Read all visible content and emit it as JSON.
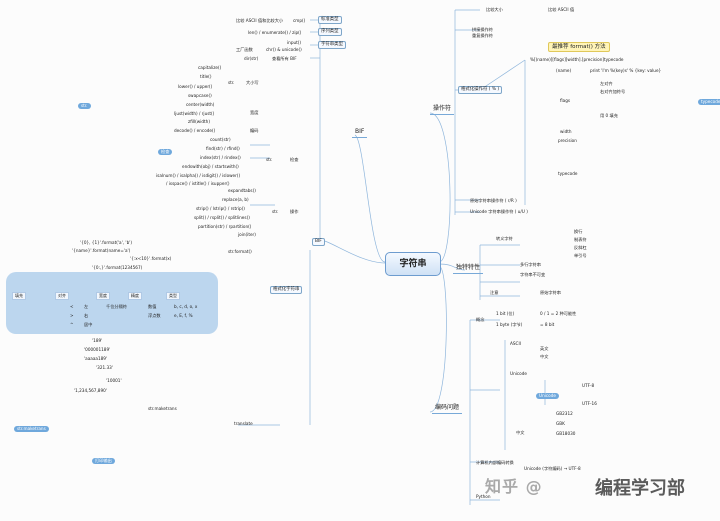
{
  "center": "字符串",
  "main_branches": {
    "operators": "操作符",
    "features": "独特特性",
    "encoding": "编码问题",
    "builtin": "BIF"
  },
  "left_labels": {
    "cmp": "cmp()",
    "len": "len() / enumerate() / zip()",
    "input": "input()",
    "chr": "chr() & unicode()",
    "dir": "dir(str)",
    "builtins_note": "比较 ASCII 值和比较大小",
    "std_type": "标准类型",
    "seq_type": "序列类型",
    "str_type": "字符串类型",
    "factory": "工厂函数",
    "dir_note": "查看所有 BIF",
    "capitalize": "capitalize()",
    "title": "title()",
    "lower": "lower() / upper()",
    "swapcase": "swapcase()",
    "center": "center(width)",
    "ljust": "ljust(width) / rjust()",
    "zfill": "zfill(width)",
    "decode": "decode() / encode()",
    "count": "count(str)",
    "find": "find(str) / rfind()",
    "index": "index(str) / rindex()",
    "endswith": "endswith(obj) / startswith()",
    "isalnum": "isalnum() / isalpha() / isdigit() / islower()",
    "isspace": "/ isspace() / istitle() / isupper()",
    "expandtabs": "expandtabs()",
    "replace": "replace(a, b)",
    "strip": "strip() / lstrip() / rstrip()",
    "split": "split() / rsplit() / splitlines()",
    "partition": "partition(str) / rpartition()",
    "join": "join(iter)",
    "str_methods": "str.",
    "size": "大小写",
    "width_label": "宽度",
    "codec": "编码",
    "check": "检查",
    "operate": "操作",
    "format": "str.format()",
    "format_fn": "格式化字符串",
    "translate": "translate",
    "maketrans": "str.maketrans",
    "print_bubble": "打印输出"
  },
  "format_examples": [
    "'{0}, {1}'.format('a', 'b')",
    "'{name}'.format(name='a')",
    "'{:x<10}'.format(x)",
    "'{0:,}'.format(1234567)"
  ],
  "format_table": {
    "header": [
      "填充",
      "对齐",
      "宽度",
      "精度",
      "类型"
    ],
    "rows": [
      [
        "<",
        "左",
        "千位分隔符",
        "数值",
        "b, c, d, o, x"
      ],
      [
        ">",
        "右",
        "",
        "浮点数",
        "e, E, f, %"
      ],
      [
        "^",
        "居中",
        "",
        "",
        ""
      ]
    ]
  },
  "format_samples": [
    "'189'",
    "'000001189'",
    "'aaaaa189'",
    "'321.33'",
    "'10001'",
    "'1,234,567,890'"
  ],
  "right_top": {
    "compare": "比较大小",
    "ascii_cmp": "比较 ASCII 值",
    "concat": "拼接操作符",
    "repeat": "重复操作符",
    "recommend": "最推荐 format() 方法",
    "format_op": "格式化操作符 ( % )",
    "format_syntax": "%[(name)][flags][width].[precision]typecode",
    "dict_example": "print 'I'm %(key)s' % {key: value}",
    "name": "(name)",
    "flags": "flags",
    "width": "width",
    "precision": "precision",
    "typecode": "typecode",
    "left_align": "左对齐",
    "plus_sign": "右对齐加符号",
    "zero_pad": "用 0 填充",
    "raw_op": "原始字符串操作符 ( r/R )",
    "unicode_op": "Unicode 字符串操作符 ( u/U )"
  },
  "features": {
    "escape": "转义字符",
    "newline": "换行",
    "tab": "制表符",
    "backslash": "反斜杠",
    "quote": "单引号",
    "multiline": "多行字符串",
    "immutable": "字符串不可变",
    "note1": "注意",
    "note2": "原始字符串"
  },
  "encoding": {
    "concept": "概念",
    "bit": "1 bit (位)",
    "byte": "1 byte (字节)",
    "ascii": "ASCII",
    "unicode": "Unicode",
    "gb": "中文",
    "utf8": "UTF-8",
    "utf16": "UTF-16",
    "gb2312": "GB2312",
    "gbk": "GBK",
    "gb18030": "GB18030",
    "bits_note": "0 / 1 = 2 种可能性",
    "bytes_note": "= 8 bit",
    "english": "英文",
    "chinese": "中文",
    "computer": "计算机内部编码转换",
    "unicode_convert": "Unicode (字符编码) → UTF-8",
    "python": "Python"
  },
  "watermark": "知乎 @",
  "watermark2": "编程学习部"
}
